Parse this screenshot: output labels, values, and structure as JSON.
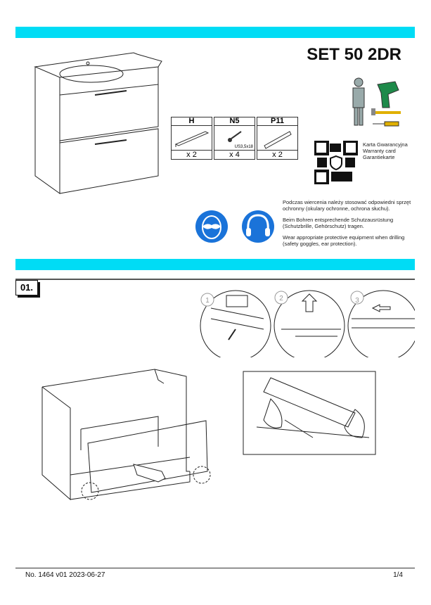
{
  "header": {
    "title": "SET 50 2DR"
  },
  "parts": [
    {
      "code": "H",
      "qty": "x 2"
    },
    {
      "code": "N5",
      "qty": "x 4",
      "spec": "US3,5x18"
    },
    {
      "code": "P11",
      "qty": "x 2"
    }
  ],
  "warranty": {
    "lines": [
      "Karta Gwarancyjna",
      "Warranty card",
      "Garantiekarte"
    ]
  },
  "safety": {
    "pl": "Podczas wiercenia należy stosować odpowiedni sprzęt ochronny (okulary ochronne, ochrona słuchu).",
    "de": "Beim Bohren entsprechende Schutzausrüstung (Schutzbrille, Gehörschutz) tragen.",
    "en": "Wear appropriate protective equipment when drilling (safety goggles, ear protection)."
  },
  "step": {
    "number": "01.",
    "details": [
      "1",
      "2",
      "3"
    ]
  },
  "footer": {
    "doc": "No. 1464 v01 2023-06-27",
    "page": "1/4"
  },
  "colors": {
    "accent": "#00dcf5",
    "safety_blue": "#1a73d9"
  }
}
